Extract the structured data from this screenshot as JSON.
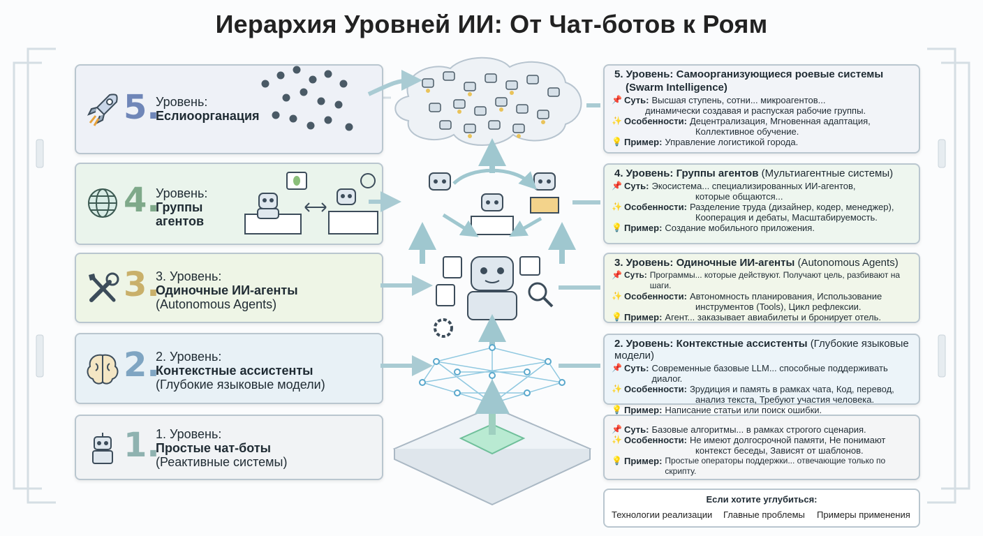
{
  "title": "Иерархия Уровней ИИ: От Чат-ботов к Роям",
  "left_levels": [
    {
      "num": "5.",
      "line1": "Уровень:",
      "line2": "Еслиоорганация",
      "line3": ""
    },
    {
      "num": "4.",
      "line1": "Уровень:",
      "line2": "Группы",
      "line3": "агентов"
    },
    {
      "num": "3.",
      "line1": "3. Уровень:",
      "line2": "Одиночные ИИ-агенты",
      "line3": "(Autonomous Agents)"
    },
    {
      "num": "2.",
      "line1": "2. Уровень:",
      "line2": "Контекстные ассистенты",
      "line3": "(Глубокие языковые модели)"
    },
    {
      "num": "1.",
      "line1": "1. Уровень:",
      "line2": "Простые чат-боты",
      "line3": "(Реактивные системы)"
    }
  ],
  "right_levels": [
    {
      "title_bold": "5. Уровень: Самоорганизующиеся роевые системы",
      "title_normal": "(Swarm Intelligence)",
      "sut_label": "Суть:",
      "sut": "Высшая ступень, сотни... микроагентов...",
      "sut2": "динамически создавая и распуская рабочие группы.",
      "feat_label": "Особенности:",
      "feat": "Децентрализация, Мгновенная адаптация,",
      "feat2": "Коллективное обучение.",
      "ex_label": "Пример:",
      "ex": "Управление логистикой города."
    },
    {
      "title_bold": "4. Уровень: Группы агентов",
      "title_normal": "(Мультиагентные системы)",
      "sut_label": "Суть:",
      "sut": "Экосистема... специализированных ИИ-агентов,",
      "sut2": "которые общаются...",
      "feat_label": "Особенности:",
      "feat": "Разделение труда (дизайнер, кодер, менеджер),",
      "feat2": "Кооперация и дебаты, Масштабируемость.",
      "ex_label": "Пример:",
      "ex": "Создание мобильного приложения."
    },
    {
      "title_bold": "3. Уровень: Одиночные ИИ-агенты",
      "title_normal": "(Autonomous Agents)",
      "sut_label": "Суть:",
      "sut": "Программы... которые действуют. Получают цель, разбивают на шаги.",
      "sut2": "",
      "feat_label": "Особенности:",
      "feat": "Автономность планирования, Использование",
      "feat2": "инструментов (Tools), Цикл рефлексии.",
      "ex_label": "Пример:",
      "ex": "Агент... заказывает авиабилеты и бронирует отель."
    },
    {
      "title_bold": "2. Уровень: Контекстные ассистенты",
      "title_normal": "(Глубокие языковые модели)",
      "sut_label": "Суть:",
      "sut": "Современные базовые LLM... способные поддерживать диалог.",
      "sut2": "",
      "feat_label": "Особенности:",
      "feat": "Зрудиция и память в рамках чата, Код, перевод,",
      "feat2": "анализ текста, Требуют участия человека.",
      "ex_label": "Пример:",
      "ex": "Написание статьи или поиск ошибки."
    },
    {
      "title_bold": "",
      "title_normal": "",
      "sut_label": "Суть:",
      "sut": "Базовые алгоритмы... в рамках строгого сценария.",
      "sut2": "",
      "feat_label": "Особенности:",
      "feat": "Не имеют долгосрочной памяти, Не понимают",
      "feat2": "контекст беседы, Зависят от шаблонов.",
      "ex_label": "Пример:",
      "ex": "Простые операторы поддержки... отвечающие только по скрипту."
    }
  ],
  "more": {
    "heading": "Если хотите углубиться:",
    "links": [
      "Технологии реализации",
      "Главные проблемы",
      "Примеры применения"
    ]
  },
  "colors": {
    "card5": "#eef1f7",
    "card4": "#eaf4ec",
    "card3": "#eef5e6",
    "card2": "#e8f1f6",
    "card1": "#f1f3f5",
    "num5": "#6f86b8",
    "num4": "#7fa98a",
    "num3": "#c9b06a",
    "num2": "#7fa5c2",
    "num1": "#8fb2b0"
  }
}
